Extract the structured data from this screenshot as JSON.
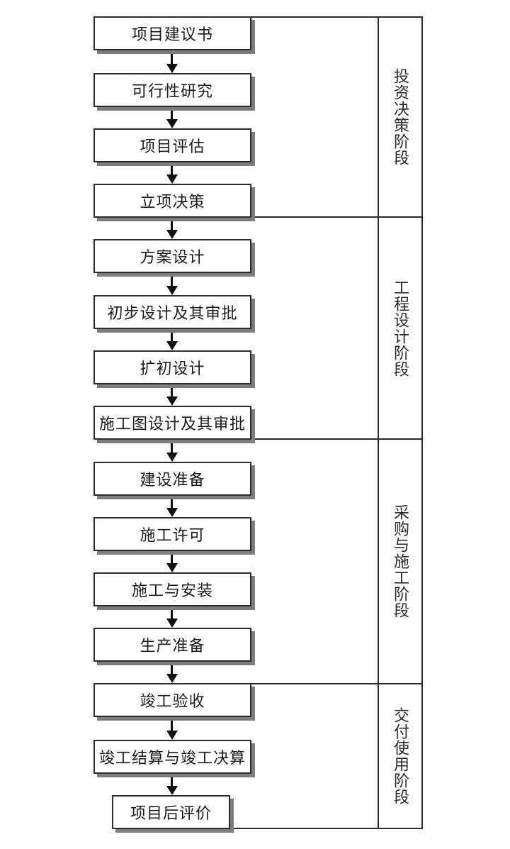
{
  "diagram": {
    "type": "flowchart",
    "direction": "top-down",
    "steps": [
      {
        "id": 1,
        "label": "项目建议书"
      },
      {
        "id": 2,
        "label": "可行性研究"
      },
      {
        "id": 3,
        "label": "项目评估"
      },
      {
        "id": 4,
        "label": "立项决策"
      },
      {
        "id": 5,
        "label": "方案设计"
      },
      {
        "id": 6,
        "label": "初步设计及其审批"
      },
      {
        "id": 7,
        "label": "扩初设计"
      },
      {
        "id": 8,
        "label": "施工图设计及其审批"
      },
      {
        "id": 9,
        "label": "建设准备"
      },
      {
        "id": 10,
        "label": "施工许可"
      },
      {
        "id": 11,
        "label": "施工与安装"
      },
      {
        "id": 12,
        "label": "生产准备"
      },
      {
        "id": 13,
        "label": "竣工验收"
      },
      {
        "id": 14,
        "label": "竣工结算与竣工决算"
      },
      {
        "id": 15,
        "label": "项目后评价"
      }
    ],
    "phases": [
      {
        "label": "投资决策阶段",
        "covers_steps": "1-4"
      },
      {
        "label": "工程设计阶段",
        "covers_steps": "5-8"
      },
      {
        "label": "采购与施工阶段",
        "covers_steps": "9-12"
      },
      {
        "label": "交付使用阶段",
        "covers_steps": "13-15"
      }
    ],
    "colors": {
      "line": "#2b2b2b",
      "arrow": "#111111",
      "box_background": "#ffffff",
      "box_shadow": "#7d7d7d",
      "text": "#1c1c1c",
      "background": "#ffffff"
    }
  }
}
